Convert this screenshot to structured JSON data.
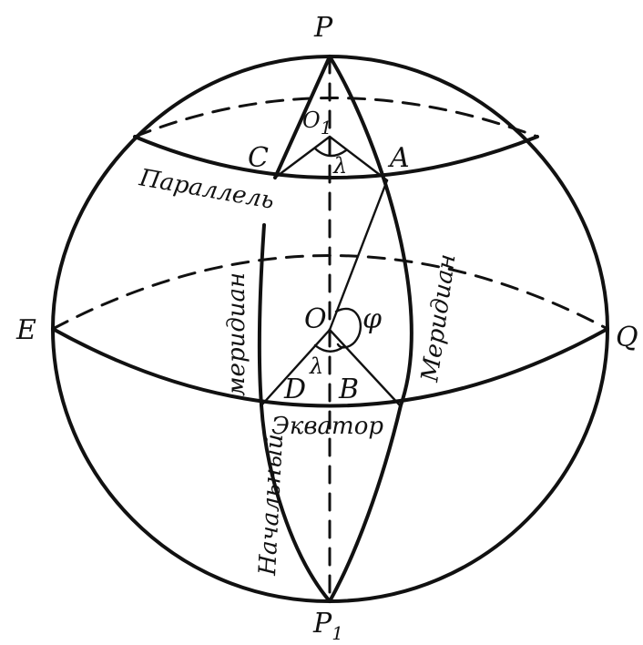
{
  "points": {
    "P": "P",
    "P1": "P",
    "P1_sub": "1",
    "O1": "O",
    "O1_sub": "1",
    "O": "O",
    "A": "A",
    "C": "C",
    "B": "B",
    "D": "D",
    "E": "E",
    "Q": "Q"
  },
  "angles": {
    "lambda_top": "λ",
    "lambda_bottom": "λ",
    "phi": "φ"
  },
  "words": {
    "parallel": "Параллель",
    "meridian_right": "Меридиан",
    "meridian_left": "меридиан",
    "prime": "Начальный",
    "equator": "Экватор"
  },
  "colors": {
    "ink": "#111111",
    "background": "#ffffff"
  }
}
